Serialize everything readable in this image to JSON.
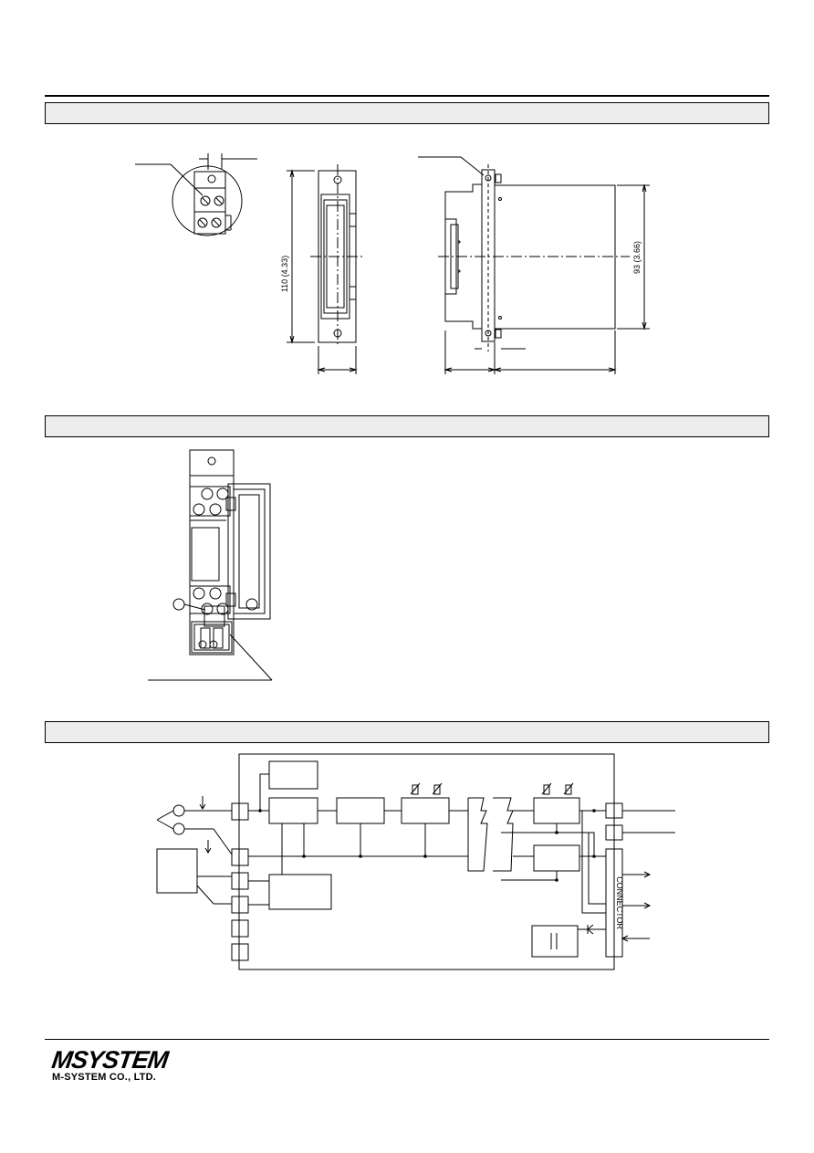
{
  "drawing": {
    "height_label": "110 (4.33)",
    "depth_label": "93 (3.66)",
    "connector_label": "CONNECTOR"
  },
  "footer": {
    "logo_text": "MSYSTEM",
    "company": "M-SYSTEM CO., LTD."
  }
}
